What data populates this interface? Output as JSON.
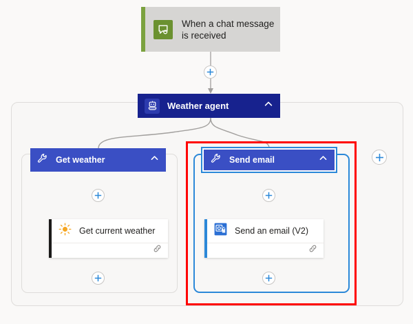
{
  "canvas": {
    "background_color": "#faf9f8",
    "annotation": {
      "name": "highlight-rectangle",
      "color": "#ff0000",
      "target": "Send email branch"
    }
  },
  "trigger": {
    "label": "When a chat message is received",
    "label_line1": "When a chat message",
    "label_line2": "is received",
    "icon": "teams-chat-icon",
    "icon_color": "#6b9130",
    "accent_color": "#7ba23f",
    "background_color": "#d6d5d3"
  },
  "agent": {
    "label": "Weather agent",
    "icon": "robot-agent-icon",
    "collapse_icon": "chevron-up-icon",
    "background_color": "#17228e",
    "text_color": "#ffffff"
  },
  "branches": [
    {
      "id": "get-weather",
      "tool_label": "Get weather",
      "tool_icon": "wrench-icon",
      "collapse_icon": "chevron-up-icon",
      "selected": false,
      "header_color": "#3a4fc4",
      "accent_color": "#1b1a19",
      "action": {
        "label": "Get current weather",
        "icon": "sun-weather-icon",
        "icon_color": "#f5a623",
        "footer_icon": "link-chain-icon"
      }
    },
    {
      "id": "send-email",
      "tool_label": "Send email",
      "tool_icon": "wrench-icon",
      "collapse_icon": "chevron-up-icon",
      "selected": true,
      "header_color": "#3a4fc4",
      "accent_color": "#2b88d8",
      "action": {
        "label": "Send an email (V2)",
        "icon": "outlook-icon",
        "icon_color": "#2b6fd4",
        "footer_icon": "link-chain-icon"
      }
    }
  ],
  "add_buttons": [
    {
      "id": "add-after-trigger",
      "icon": "plus-icon"
    },
    {
      "id": "add-in-get-weather",
      "icon": "plus-icon"
    },
    {
      "id": "add-end-get-weather",
      "icon": "plus-icon"
    },
    {
      "id": "add-in-send-email",
      "icon": "plus-icon"
    },
    {
      "id": "add-end-send-email",
      "icon": "plus-icon"
    },
    {
      "id": "add-branch",
      "icon": "plus-icon"
    }
  ]
}
